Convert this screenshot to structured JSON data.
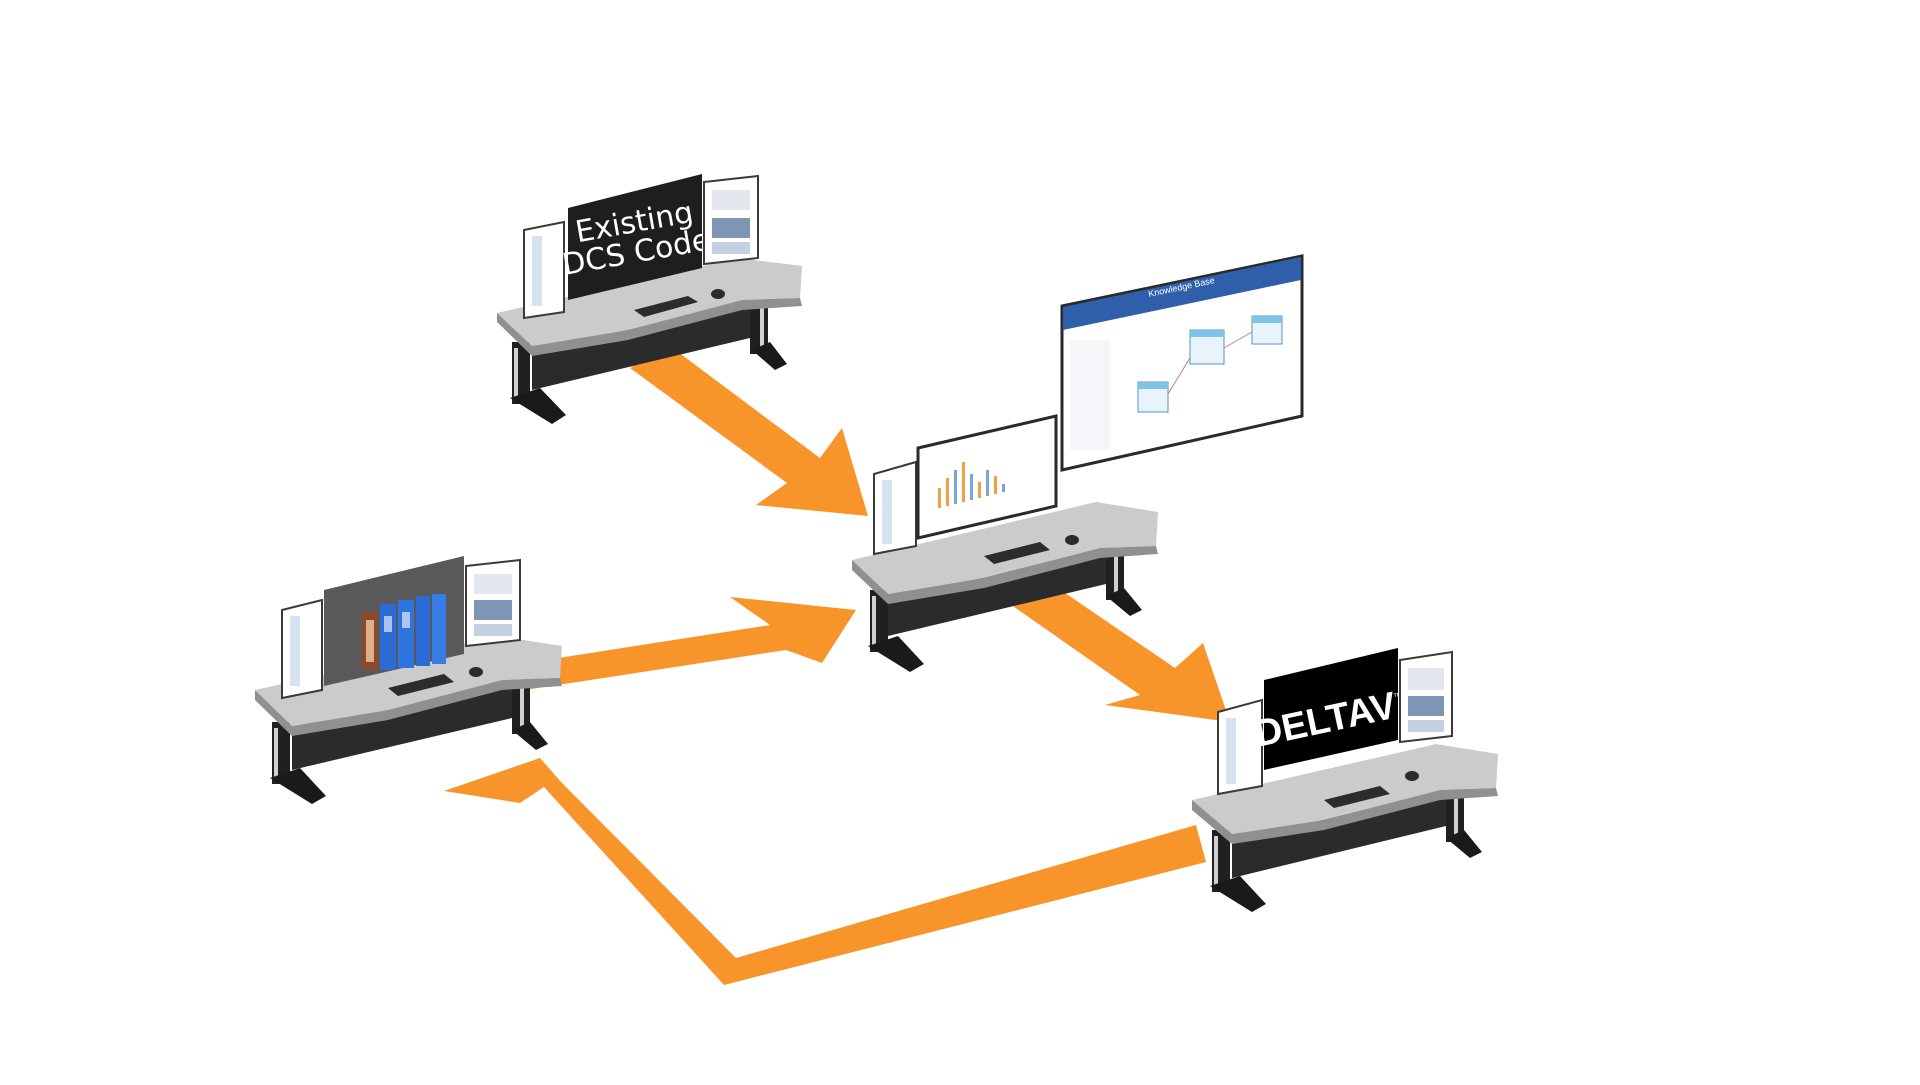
{
  "colors": {
    "arrow": "#F7952A",
    "desk_top": "#C9CBCD",
    "desk_body": "#2A2B2D",
    "monitor_dark": "#1E1E1E",
    "screen_blue": "#2F5FAA",
    "brand_text": "#FFFFFF"
  },
  "nodes": {
    "existing": {
      "screen_line1": "Existing",
      "screen_line2": "DCS Code"
    },
    "docs": {
      "icon": "binders-icon"
    },
    "knowledge": {
      "window_title": "Knowledge Base"
    },
    "deltav": {
      "logo": "DELTAV",
      "trademark": "™"
    }
  },
  "flow": [
    {
      "from": "existing",
      "to": "knowledge"
    },
    {
      "from": "docs",
      "to": "knowledge"
    },
    {
      "from": "knowledge",
      "to": "deltav"
    },
    {
      "from": "deltav",
      "to": "docs"
    }
  ]
}
